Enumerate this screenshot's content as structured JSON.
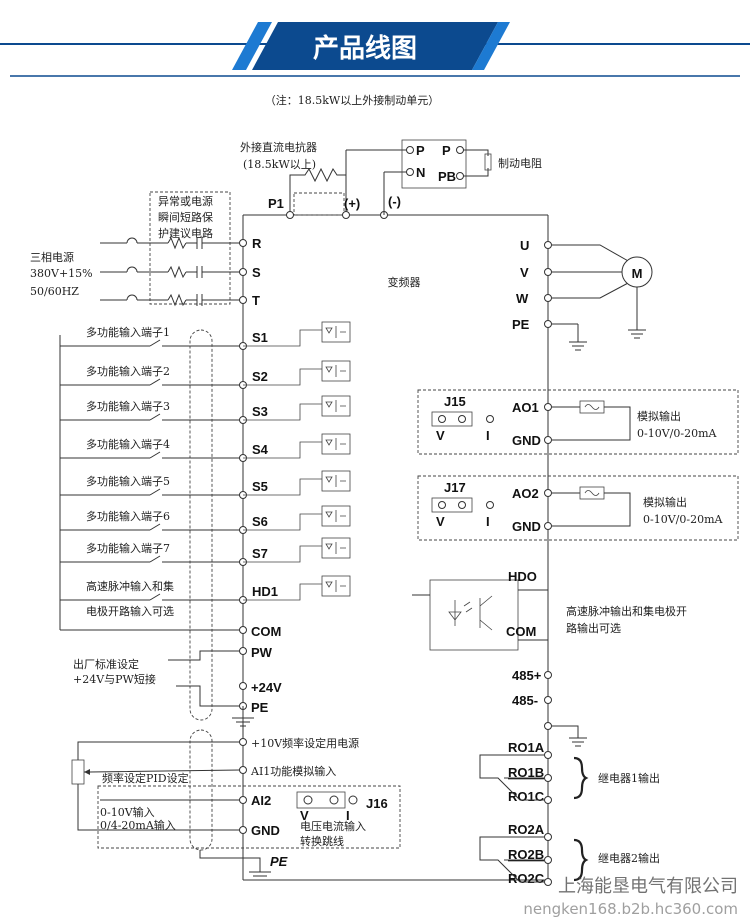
{
  "header": {
    "title": "产品线图",
    "note": "（注：18.5kW以上外接制动单元）",
    "banner_color": "#0c4a8f",
    "accent_color": "#1d7ad2"
  },
  "top": {
    "reactor_label": "外接直流电抗器",
    "reactor_note": "(18.5kW以上)",
    "p1": "P1",
    "plus": "(+)",
    "minus": "(-)",
    "p_left": "P",
    "n_left": "N",
    "p_right": "P",
    "pb": "PB",
    "brake_resistor": "制动电阻"
  },
  "protection": {
    "line1": "异常或电源",
    "line2": "瞬间短路保",
    "line3": "护建议电路"
  },
  "power": {
    "label1": "三相电源",
    "label2": "380V+15%",
    "label3": "50/60HZ",
    "r": "R",
    "s": "S",
    "t": "T"
  },
  "inverter_label": "变频器",
  "motor": {
    "u": "U",
    "v": "V",
    "w": "W",
    "pe": "PE",
    "m": "M"
  },
  "inputs": [
    {
      "label": "多功能输入端子1",
      "terminal": "S1"
    },
    {
      "label": "多功能输入端子2",
      "terminal": "S2"
    },
    {
      "label": "多功能输入端子3",
      "terminal": "S3"
    },
    {
      "label": "多功能输入端子4",
      "terminal": "S4"
    },
    {
      "label": "多功能输入端子5",
      "terminal": "S5"
    },
    {
      "label": "多功能输入端子6",
      "terminal": "S6"
    },
    {
      "label": "多功能输入端子7",
      "terminal": "S7"
    },
    {
      "label": "高速脉冲输入和集",
      "terminal": "HD1"
    }
  ],
  "hd1_label2": "电极开路输入可选",
  "com": "COM",
  "pw": "PW",
  "factory": {
    "line1": "出厂标准设定",
    "line2": "+24V与PW短接"
  },
  "plus24": "+24V",
  "pe_left": "PE",
  "analog": {
    "plus10": "+10V频率设定用电源",
    "ai1": "AI1功能模拟输入",
    "pid": "频率设定PID设定",
    "ai2": "AI2",
    "gnd": "GND",
    "range1": "0-10V输入",
    "range2": "0/4-20mA输入",
    "j16": "J16",
    "j16_v": "V",
    "j16_i": "I",
    "j16_desc1": "电压电流输入",
    "j16_desc2": "转换跳线",
    "pe_bottom": "PE"
  },
  "ao": [
    {
      "jumper": "J15",
      "out": "AO1",
      "gnd": "GND",
      "v": "V",
      "i": "I",
      "label1": "模拟输出",
      "label2": "0-10V/0-20mA"
    },
    {
      "jumper": "J17",
      "out": "AO2",
      "gnd": "GND",
      "v": "V",
      "i": "I",
      "label1": "模拟输出",
      "label2": "0-10V/0-20mA"
    }
  ],
  "hdo": {
    "hdo": "HDO",
    "com": "COM",
    "label1": "高速脉冲输出和集电极开",
    "label2": "路输出可选"
  },
  "rs485": {
    "plus": "485+",
    "minus": "485-"
  },
  "relay1": {
    "a": "RO1A",
    "b": "RO1B",
    "c": "RO1C",
    "label": "继电器1输出"
  },
  "relay2": {
    "a": "RO2A",
    "b": "RO2B",
    "c": "RO2C",
    "label": "继电器2输出"
  },
  "watermark": {
    "company": "上海能垦电气有限公司",
    "url": "nengken168.b2b.hc360.com"
  }
}
